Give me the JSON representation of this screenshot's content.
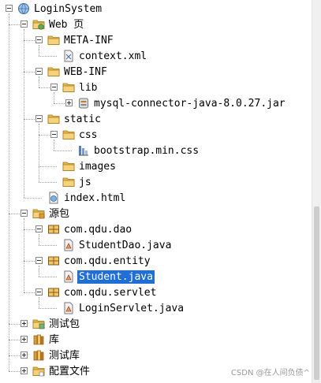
{
  "tree": [
    {
      "label": "LoginSystem",
      "icon": "globe-project-icon",
      "toggle": "minus",
      "level": 0,
      "name": "project-loginsystem"
    },
    {
      "label": "Web 页",
      "icon": "web-folder-icon",
      "toggle": "minus",
      "level": 1,
      "name": "node-web-pages"
    },
    {
      "label": "META-INF",
      "icon": "folder-icon",
      "toggle": "minus",
      "level": 2,
      "name": "folder-meta-inf"
    },
    {
      "label": "context.xml",
      "icon": "xml-file-icon",
      "toggle": null,
      "level": 3,
      "name": "file-context-xml"
    },
    {
      "label": "WEB-INF",
      "icon": "folder-icon",
      "toggle": "minus",
      "level": 2,
      "name": "folder-web-inf"
    },
    {
      "label": "lib",
      "icon": "folder-icon",
      "toggle": "minus",
      "level": 3,
      "name": "folder-lib"
    },
    {
      "label": "mysql-connector-java-8.0.27.jar",
      "icon": "jar-file-icon",
      "toggle": "plus",
      "level": 4,
      "name": "file-mysql-connector-jar"
    },
    {
      "label": "static",
      "icon": "folder-icon",
      "toggle": "minus",
      "level": 2,
      "name": "folder-static"
    },
    {
      "label": "css",
      "icon": "folder-icon",
      "toggle": "minus",
      "level": 3,
      "name": "folder-css"
    },
    {
      "label": "bootstrap.min.css",
      "icon": "css-file-icon",
      "toggle": null,
      "level": 4,
      "name": "file-bootstrap-css"
    },
    {
      "label": "images",
      "icon": "folder-icon",
      "toggle": null,
      "level": 3,
      "name": "folder-images"
    },
    {
      "label": "js",
      "icon": "folder-icon",
      "toggle": null,
      "level": 3,
      "name": "folder-js"
    },
    {
      "label": "index.html",
      "icon": "html-file-icon",
      "toggle": null,
      "level": 2,
      "name": "file-index-html"
    },
    {
      "label": "源包",
      "icon": "source-package-icon",
      "toggle": "minus",
      "level": 1,
      "name": "node-source-packages"
    },
    {
      "label": "com.qdu.dao",
      "icon": "package-icon",
      "toggle": "minus",
      "level": 2,
      "name": "package-com-qdu-dao"
    },
    {
      "label": "StudentDao.java",
      "icon": "java-file-icon",
      "toggle": null,
      "level": 3,
      "name": "file-studentdao-java"
    },
    {
      "label": "com.qdu.entity",
      "icon": "package-icon",
      "toggle": "minus",
      "level": 2,
      "name": "package-com-qdu-entity"
    },
    {
      "label": "Student.java",
      "icon": "java-file-icon",
      "toggle": null,
      "level": 3,
      "name": "file-student-java",
      "selected": true
    },
    {
      "label": "com.qdu.servlet",
      "icon": "package-icon",
      "toggle": "minus",
      "level": 2,
      "name": "package-com-qdu-servlet"
    },
    {
      "label": "LoginServlet.java",
      "icon": "java-file-icon",
      "toggle": null,
      "level": 3,
      "name": "file-loginservlet-java"
    },
    {
      "label": "测试包",
      "icon": "test-package-icon",
      "toggle": "plus",
      "level": 1,
      "name": "node-test-packages"
    },
    {
      "label": "库",
      "icon": "library-icon",
      "toggle": "plus",
      "level": 1,
      "name": "node-libraries"
    },
    {
      "label": "测试库",
      "icon": "library-icon",
      "toggle": "plus",
      "level": 1,
      "name": "node-test-libraries"
    },
    {
      "label": "配置文件",
      "icon": "config-folder-icon",
      "toggle": "plus",
      "level": 1,
      "name": "node-config-files"
    }
  ],
  "watermark": "CSDN @在人间负债^",
  "colors": {
    "selection": "#1f6fd6",
    "folder": "#e8b84a",
    "package": "#d89b3a",
    "guide": "#a0a0a0"
  }
}
